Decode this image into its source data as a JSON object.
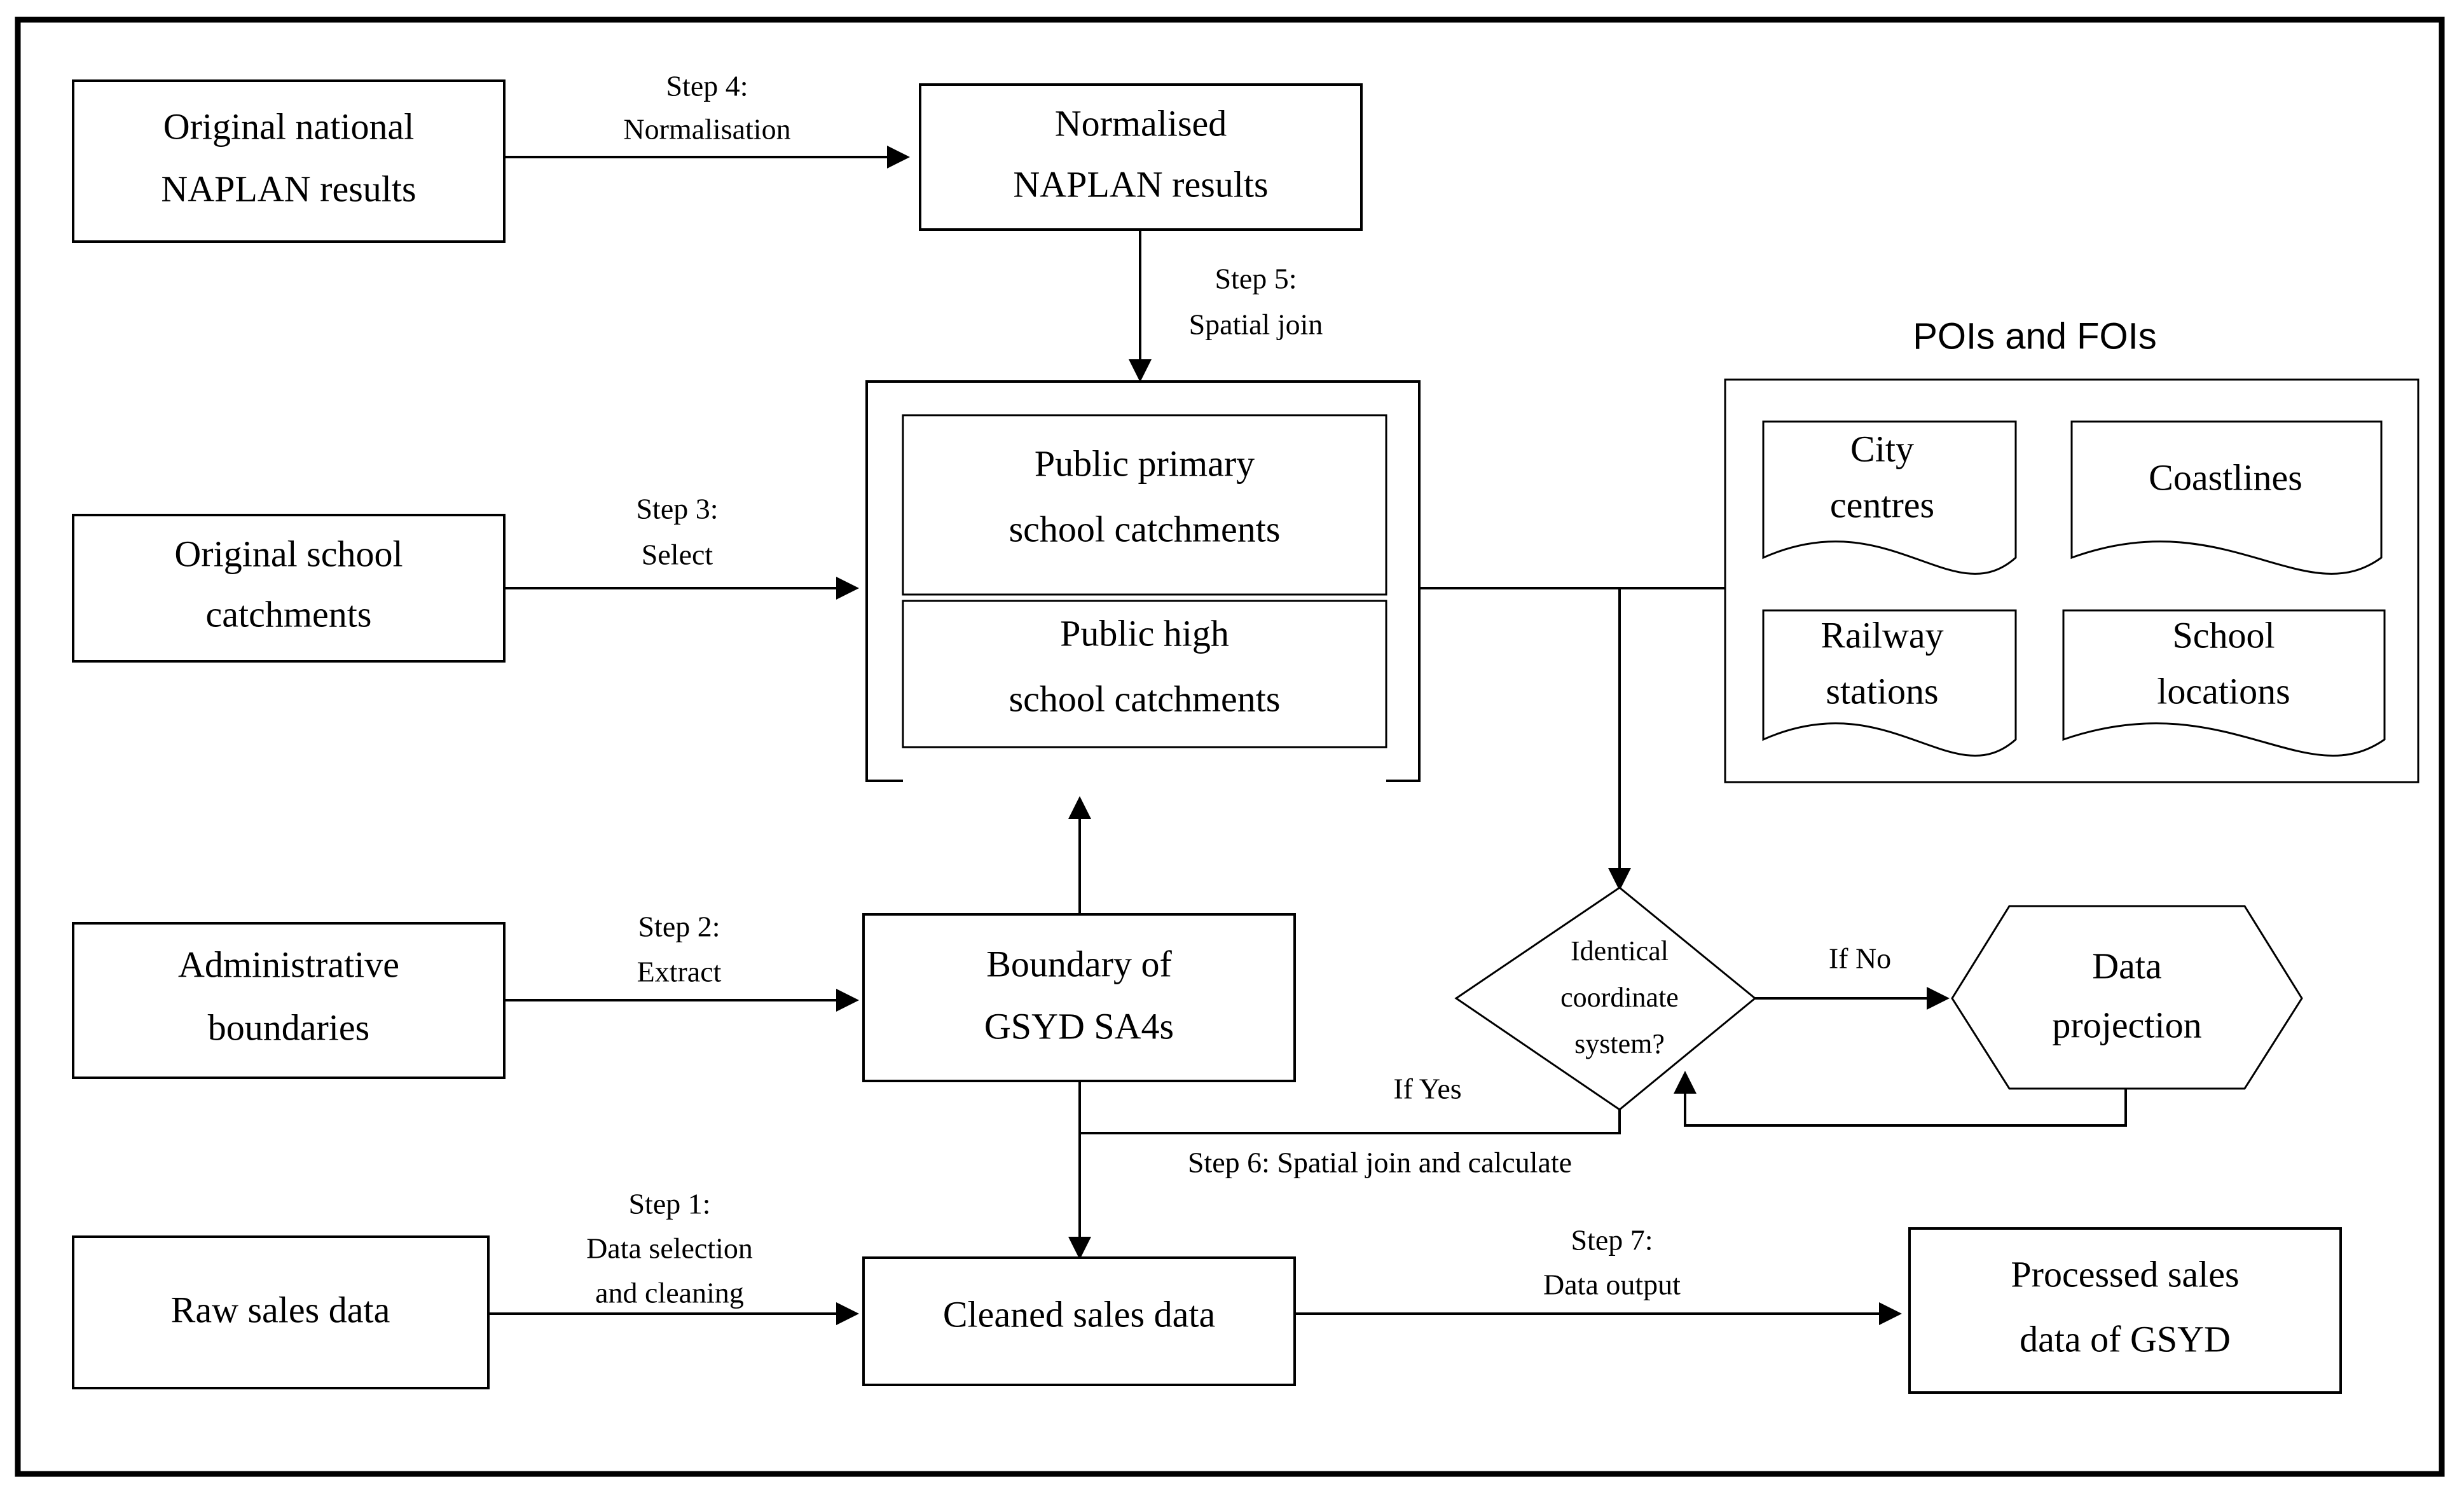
{
  "figure": {
    "type": "flowchart",
    "title_visible": false,
    "border_color": "#000000",
    "background_color": "#ffffff"
  },
  "groups": {
    "poi_foi": {
      "title": "POIs and FOIs",
      "items": [
        {
          "label_line1": "City",
          "label_line2": "centres",
          "shape": "document"
        },
        {
          "label_line1": "Coastlines",
          "label_line2": "",
          "shape": "document"
        },
        {
          "label_line1": "Railway",
          "label_line2": "stations",
          "shape": "document"
        },
        {
          "label_line1": "School",
          "label_line2": "locations",
          "shape": "document"
        }
      ]
    }
  },
  "nodes": {
    "original_naplan": {
      "line1": "Original national",
      "line2": "NAPLAN results",
      "shape": "rectangle"
    },
    "normalised_naplan": {
      "line1": "Normalised",
      "line2": "NAPLAN results",
      "shape": "rectangle"
    },
    "original_catchments": {
      "line1": "Original school",
      "line2": "catchments",
      "shape": "rectangle"
    },
    "catchments_group": {
      "shape": "rectangle-container"
    },
    "public_primary": {
      "line1": "Public primary",
      "line2": "school catchments",
      "shape": "rectangle"
    },
    "public_high": {
      "line1": "Public high",
      "line2": "school catchments",
      "shape": "rectangle"
    },
    "admin_boundaries": {
      "line1": "Administrative",
      "line2": "boundaries",
      "shape": "rectangle"
    },
    "gsyd_boundary": {
      "line1": "Boundary of",
      "line2": "GSYD SA4s",
      "shape": "rectangle"
    },
    "raw_sales": {
      "line1": "Raw sales data",
      "line2": "",
      "shape": "rectangle"
    },
    "cleaned_sales": {
      "line1": "Cleaned sales data",
      "line2": "",
      "shape": "rectangle"
    },
    "processed_sales": {
      "line1": "Processed sales",
      "line2": "data of GSYD",
      "shape": "rectangle"
    },
    "decision_crs": {
      "line1": "Identical",
      "line2": "coordinate",
      "line3": "system?",
      "shape": "diamond"
    },
    "data_projection": {
      "line1": "Data",
      "line2": "projection",
      "shape": "hexagon"
    }
  },
  "edges": {
    "step1": {
      "line1": "Step 1:",
      "line2": "Data selection",
      "line3": "and cleaning"
    },
    "step2": {
      "line1": "Step 2:",
      "line2": "Extract",
      "line3": ""
    },
    "step3": {
      "line1": "Step 3:",
      "line2": "Select",
      "line3": ""
    },
    "step4": {
      "line1": "Step 4:",
      "line2": "Normalisation",
      "line3": ""
    },
    "step5": {
      "line1": "Step 5:",
      "line2": "Spatial join",
      "line3": ""
    },
    "step6": {
      "line1": "Step 6: Spatial join and calculate",
      "line2": "",
      "line3": ""
    },
    "step7": {
      "line1": "Step 7:",
      "line2": "Data output",
      "line3": ""
    },
    "if_yes": {
      "line1": "If Yes"
    },
    "if_no": {
      "line1": "If No"
    }
  }
}
